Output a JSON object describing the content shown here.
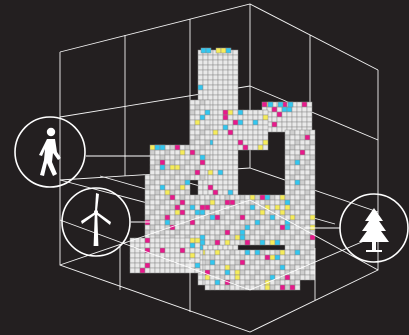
{
  "background_color": "#231f20",
  "line_color": "#ffffff",
  "voxel_colors": {
    "base": "#e9e9e9",
    "shade": "#cfcfcf",
    "grid_line": "#8a8a8a",
    "magenta": "#e8198b",
    "cyan": "#33c7f0",
    "yellow": "#f6ec5a"
  },
  "icons": [
    {
      "id": "walking-person",
      "icon": "walking-person-icon"
    },
    {
      "id": "wind-turbine",
      "icon": "wind-turbine-icon"
    },
    {
      "id": "pine-tree",
      "icon": "pine-tree-icon"
    }
  ]
}
